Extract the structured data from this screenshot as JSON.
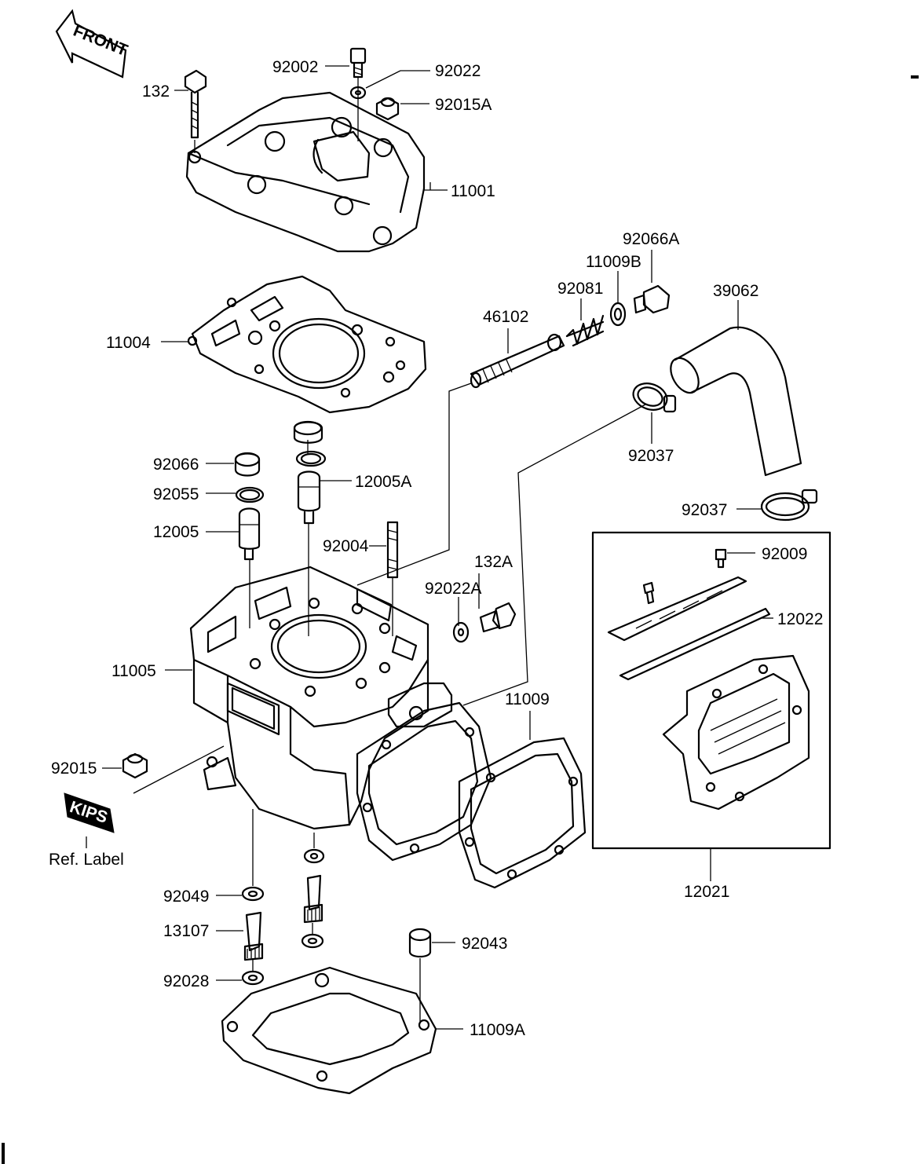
{
  "labels": {
    "front": "FRONT",
    "kips": "KIPS",
    "ref_label": "Ref. Label",
    "p132": "132",
    "p92002": "92002",
    "p92022": "92022",
    "p92015A": "92015A",
    "p11001": "11001",
    "p92066A": "92066A",
    "p11009B": "11009B",
    "p39062": "39062",
    "p92081": "92081",
    "p46102": "46102",
    "p11004": "11004",
    "p92037_upper": "92037",
    "p92066": "92066",
    "p12005A": "12005A",
    "p92055": "92055",
    "p92037_lower": "92037",
    "p12005": "12005",
    "p92004": "92004",
    "p92009": "92009",
    "p132A": "132A",
    "p92022A": "92022A",
    "p12022": "12022",
    "p11005": "11005",
    "p11009": "11009",
    "p92015": "92015",
    "p12021": "12021",
    "p92049": "92049",
    "p13107": "13107",
    "p92043": "92043",
    "p92028": "92028",
    "p11009A": "11009A"
  }
}
